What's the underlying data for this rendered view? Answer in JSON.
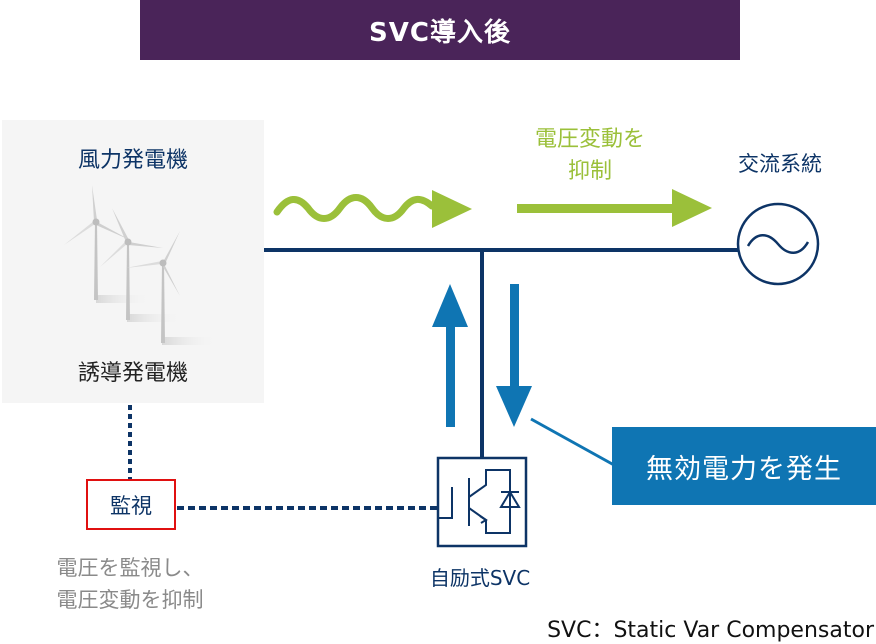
{
  "title": "SVC導入後",
  "generator": {
    "title": "風力発電機",
    "subtitle": "誘導発電機",
    "icon": "wind-turbines-icon"
  },
  "flow": {
    "suppress_label_line1": "電圧変動を",
    "suppress_label_line2": "抑制",
    "ac_grid_label": "交流系統",
    "ac_source_icon": "ac-source-icon"
  },
  "monitor": {
    "label": "監視",
    "description_line1": "電圧を監視し、",
    "description_line2": "電圧変動を抑制"
  },
  "svc": {
    "label": "自励式SVC",
    "icon": "igbt-diode-icon"
  },
  "callout": {
    "label": "無効電力を発生"
  },
  "footnote": "SVC：Static Var Compensator",
  "colors": {
    "title_bg": "#4a2459",
    "navy": "#0d3466",
    "green": "#9bc03a",
    "blue": "#0f75b3",
    "monitor_border": "#e01010",
    "panel_bg": "#f5f5f5"
  }
}
